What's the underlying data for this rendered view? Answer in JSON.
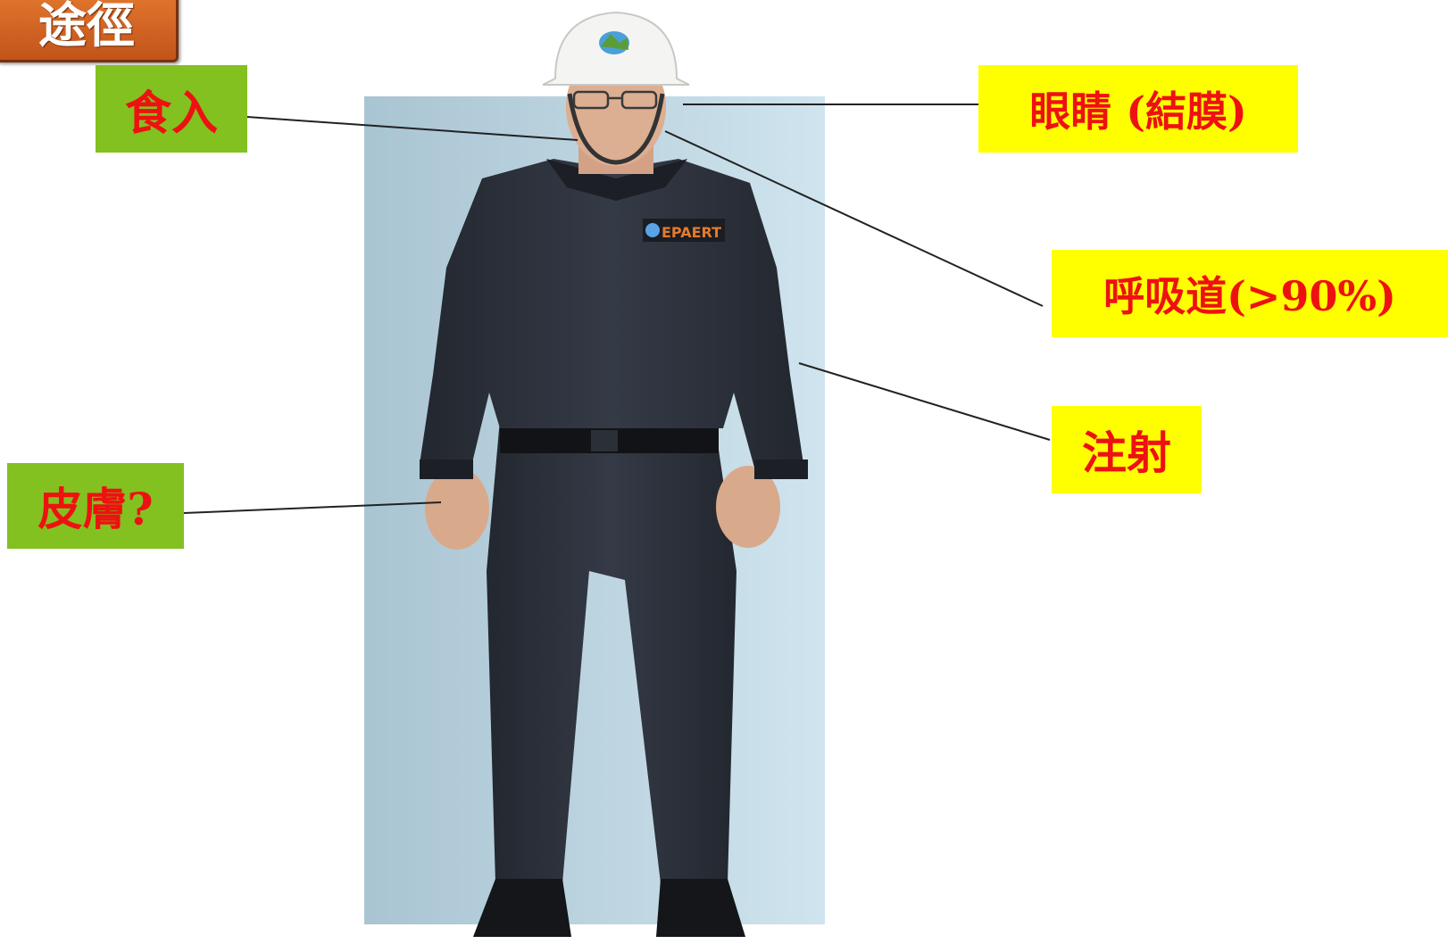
{
  "title": "途徑",
  "labels": {
    "ingestion": "食入",
    "eyes": "眼睛 (結膜)",
    "respiratory": "呼吸道(>90%)",
    "injection": "注射",
    "skin": "皮膚?"
  },
  "photo": {
    "badge_text": "EPAERT"
  },
  "colors": {
    "label_text": "#ee1111",
    "green_box": "#82c11f",
    "yellow_box": "#ffff00",
    "title_tab": "#d2611f",
    "uniform": "#2a2f3a",
    "backdrop": "#b7d2de"
  }
}
